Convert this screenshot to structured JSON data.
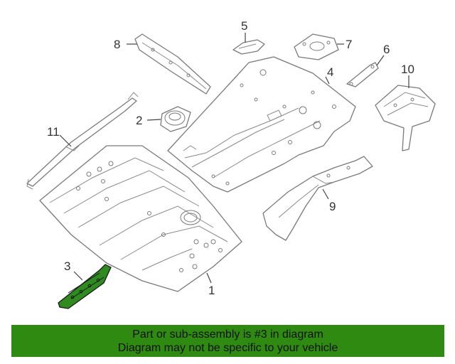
{
  "callouts": {
    "c1": "1",
    "c2": "2",
    "c3": "3",
    "c4": "4",
    "c5": "5",
    "c6": "6",
    "c7": "7",
    "c8": "8",
    "c9": "9",
    "c10": "10",
    "c11": "11"
  },
  "banner": {
    "line1": "Part or sub-assembly is #3 in diagram",
    "line2": "Diagram may not be specific to your vehicle"
  },
  "colors": {
    "highlight": "#2f8a1f",
    "banner": "#2f8a12",
    "line": "#7a7a7a"
  }
}
